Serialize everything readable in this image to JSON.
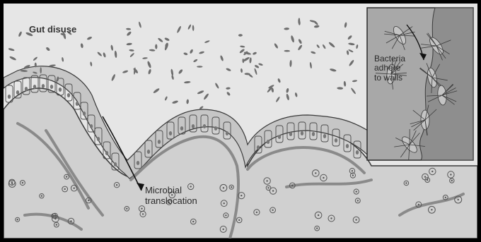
{
  "labels": {
    "gut_disuse": "Gut disuse",
    "microbial_translocation": "Microbial\ntranslocation",
    "bacteria_adhere": "Bacteria\nadhere\nto walls"
  },
  "colors": {
    "frame": "#000000",
    "tissue": "#d4d4d4",
    "lumen": "#e8e8e8",
    "epithelium": "#c8c8c8",
    "outline": "#3a3a3a",
    "bacteria": "#6e6e6e",
    "inset_bg": "#a8a8a8"
  },
  "icons": [
    "arrow-icon"
  ]
}
